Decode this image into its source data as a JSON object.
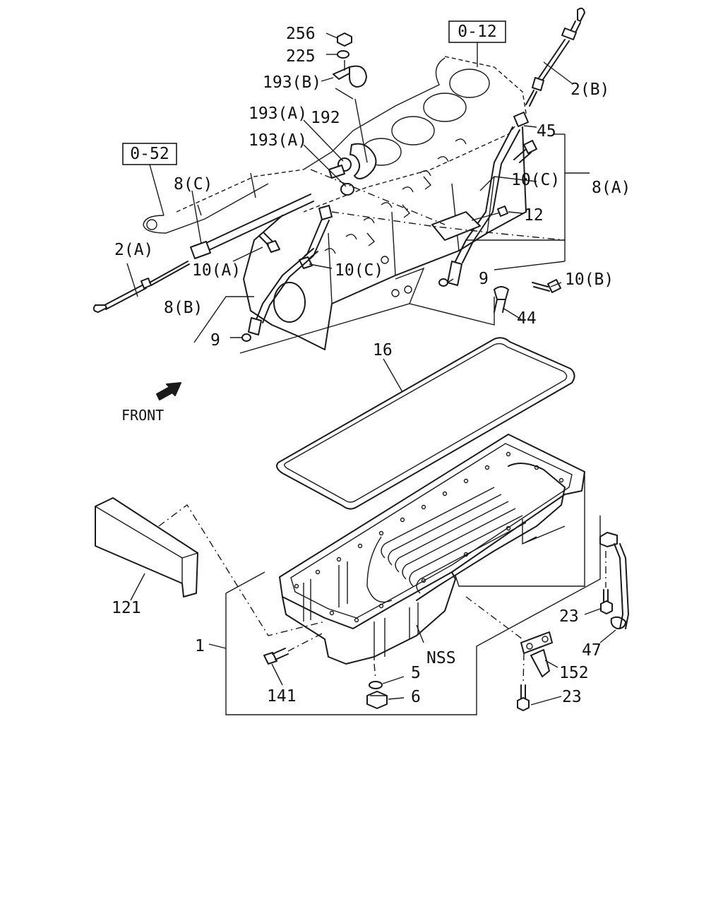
{
  "references": [
    "0-12",
    "0-52"
  ],
  "front_label": "FRONT",
  "callouts": {
    "c256": "256",
    "c225": "225",
    "c193b": "193(B)",
    "c193a_1": "193(A)",
    "c192": "192",
    "c193a_2": "193(A)",
    "c2b": "2(B)",
    "c45": "45",
    "c10c_top": "10(C)",
    "c8a": "8(A)",
    "c12": "12",
    "c8c": "8(C)",
    "c2a": "2(A)",
    "c10a": "10(A)",
    "c10c_mid": "10(C)",
    "c9_right": "9",
    "c10b": "10(B)",
    "c8b": "8(B)",
    "c9_left": "9",
    "c44": "44",
    "c16": "16",
    "c121": "121",
    "c1": "1",
    "c23_top": "23",
    "c47": "47",
    "cnss": "NSS",
    "c152": "152",
    "c5": "5",
    "c6": "6",
    "c141": "141",
    "c23_bottom": "23"
  }
}
